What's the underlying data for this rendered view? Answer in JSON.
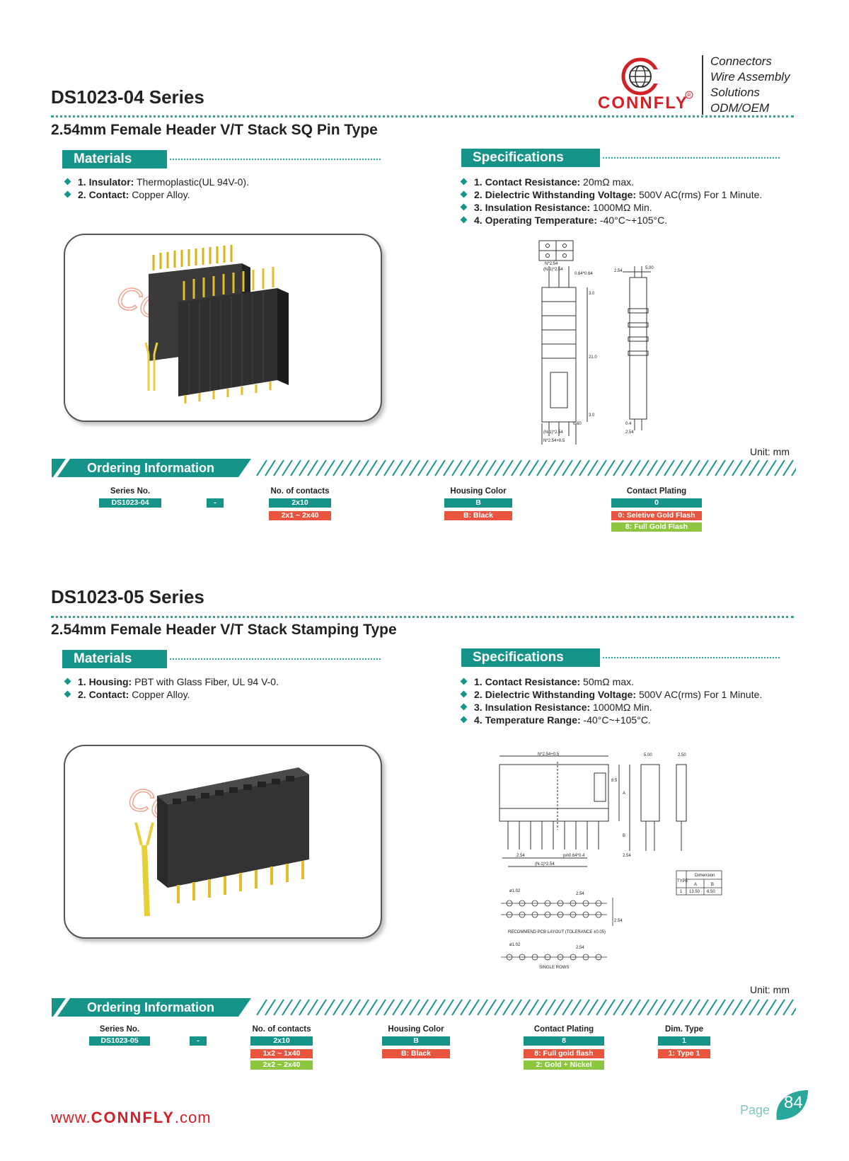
{
  "brand": {
    "name": "CONNFLY",
    "taglines": [
      "Connectors",
      "Wire Assembly",
      "Solutions",
      "ODM/OEM"
    ],
    "colors": {
      "accent": "#16948a",
      "brand_red": "#d32027",
      "highlight": "#e8543d",
      "green": "#8dc63f"
    }
  },
  "section1": {
    "title": "DS1023-04 Series",
    "subtitle": "2.54mm Female Header V/T Stack SQ Pin Type",
    "materials_heading": "Materials",
    "materials": [
      {
        "label": "1. Insulator:",
        "text": " Thermoplastic(UL 94V-0)."
      },
      {
        "label": "2. Contact:",
        "text": " Copper Alloy."
      }
    ],
    "specs_heading": "Specifications",
    "specs": [
      {
        "label": "1. Contact Resistance:",
        "text": " 20mΩ max."
      },
      {
        "label": "2. Dielectric Withstanding Voltage:",
        "text": " 500V AC(rms) For 1 Minute."
      },
      {
        "label": "3. Insulation Resistance:",
        "text": " 1000MΩ Min."
      },
      {
        "label": "4. Operating Temperature:",
        "text": " -40°C~+105°C."
      }
    ],
    "unit": "Unit: mm",
    "drawing_labels": [
      "N*2.54",
      "(N-1)*2.54",
      "0.64*0.64",
      "3.0",
      "21.0",
      "3.0",
      "0.60",
      "(N-1)*2.54",
      "N*2.54+0.5",
      "2.54",
      "5.00",
      "0.4",
      "2.54"
    ],
    "ordering_heading": "Ordering Information",
    "ordering": {
      "series_no_label": "Series No.",
      "series_no_value": "DS1023-04",
      "dash": "-",
      "contacts_label": "No. of contacts",
      "contacts_value": "2x10",
      "contacts_range": "2x1  ~  2x40",
      "housing_label": "Housing Color",
      "housing_value": "B",
      "housing_option": "B: Black",
      "plating_label": "Contact Plating",
      "plating_value": "0",
      "plating_option_1": "0: Seletive Gold Flash",
      "plating_option_2": "8: Full Gold Flash"
    }
  },
  "section2": {
    "title": "DS1023-05 Series",
    "subtitle": "2.54mm Female Header V/T Stack Stamping Type",
    "materials_heading": "Materials",
    "materials": [
      {
        "label": "1. Housing:",
        "text": " PBT with Glass Fiber, UL 94 V-0."
      },
      {
        "label": "2. Contact:",
        "text": " Copper Alloy."
      }
    ],
    "specs_heading": "Specifications",
    "specs": [
      {
        "label": "1. Contact Resistance:",
        "text": " 50mΩ max."
      },
      {
        "label": "2. Dielectric Withstanding Voltage:",
        "text": " 500V AC(rms) For 1 Minute."
      },
      {
        "label": "3. Insulation Resistance:",
        "text": " 1000MΩ Min."
      },
      {
        "label": "4. Temperature Range:",
        "text": " -40°C~+105°C."
      }
    ],
    "unit": "Unit: mm",
    "drawing_labels": {
      "top": "N*2.54+0.5",
      "dim_500": "5.00",
      "dim_250": "2.50",
      "dim_85": "8.5",
      "dim_a": "A",
      "dim_b": "B",
      "dim_254_left": "2.54",
      "pin": "pin0.64*0.4",
      "dim_254_right": "2.54",
      "pitch": "(N-1)*2.54",
      "pcb_dia": "ø1.02",
      "pcb_pitch": "2.54",
      "pcb_row": "2.54",
      "pcb_layout": "RECOMMEND PCB LAYOUT (TOLERANCE ±0.05)",
      "pcb_dia_2": "ø1.02",
      "pcb_pitch_2": "2.54",
      "single_rows": "SINGLE ROWS",
      "table_type": "TYPE",
      "table_dimension": "Dimension",
      "table_a": "A",
      "table_b": "B",
      "table_row_type": "1",
      "table_row_a": "13.50",
      "table_row_b": "6.50"
    },
    "ordering_heading": "Ordering Information",
    "ordering": {
      "series_no_label": "Series No.",
      "series_no_value": "DS1023-05",
      "dash": "-",
      "contacts_label": "No. of contacts",
      "contacts_value": "2x10",
      "contacts_range_1": "1x2  ~  1x40",
      "contacts_range_2": "2x2  ~  2x40",
      "housing_label": "Housing Color",
      "housing_value": "B",
      "housing_option": "B: Black",
      "plating_label": "Contact Plating",
      "plating_value": "8",
      "plating_option_1": "8: Full gold flash",
      "plating_option_2": "2: Gold + Nickel",
      "dim_label": "Dim. Type",
      "dim_value": "1",
      "dim_option": "1: Type 1"
    }
  },
  "footer": {
    "url_prefix": "www.",
    "url_brand": "CONNFLY",
    "url_suffix": ".com",
    "page_label": "Page",
    "page_number": "84"
  }
}
